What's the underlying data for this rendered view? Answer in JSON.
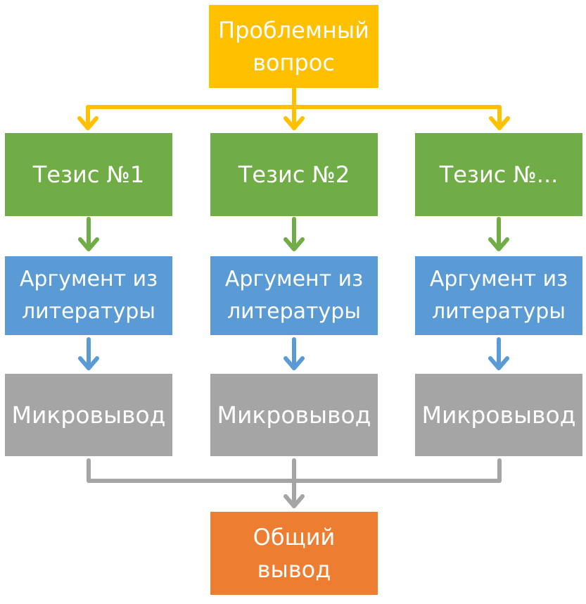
{
  "colors": {
    "problem": "#FFC000",
    "thesis": "#70AD47",
    "argument": "#5B9BD5",
    "micro": "#A5A5A5",
    "total": "#ED7D31"
  },
  "problem": {
    "label": "Проблемный\nвопрос"
  },
  "theses": [
    {
      "label": "Тезис №1"
    },
    {
      "label": "Тезис №2"
    },
    {
      "label": "Тезис №..."
    }
  ],
  "arguments": [
    {
      "label": "Аргумент из\nлитературы"
    },
    {
      "label": "Аргумент из\nлитературы"
    },
    {
      "label": "Аргумент из\nлитературы"
    }
  ],
  "micro_conclusions": [
    {
      "label": "Микровывод"
    },
    {
      "label": "Микровывод"
    },
    {
      "label": "Микровывод"
    }
  ],
  "total": {
    "label": "Общий\nвывод"
  }
}
